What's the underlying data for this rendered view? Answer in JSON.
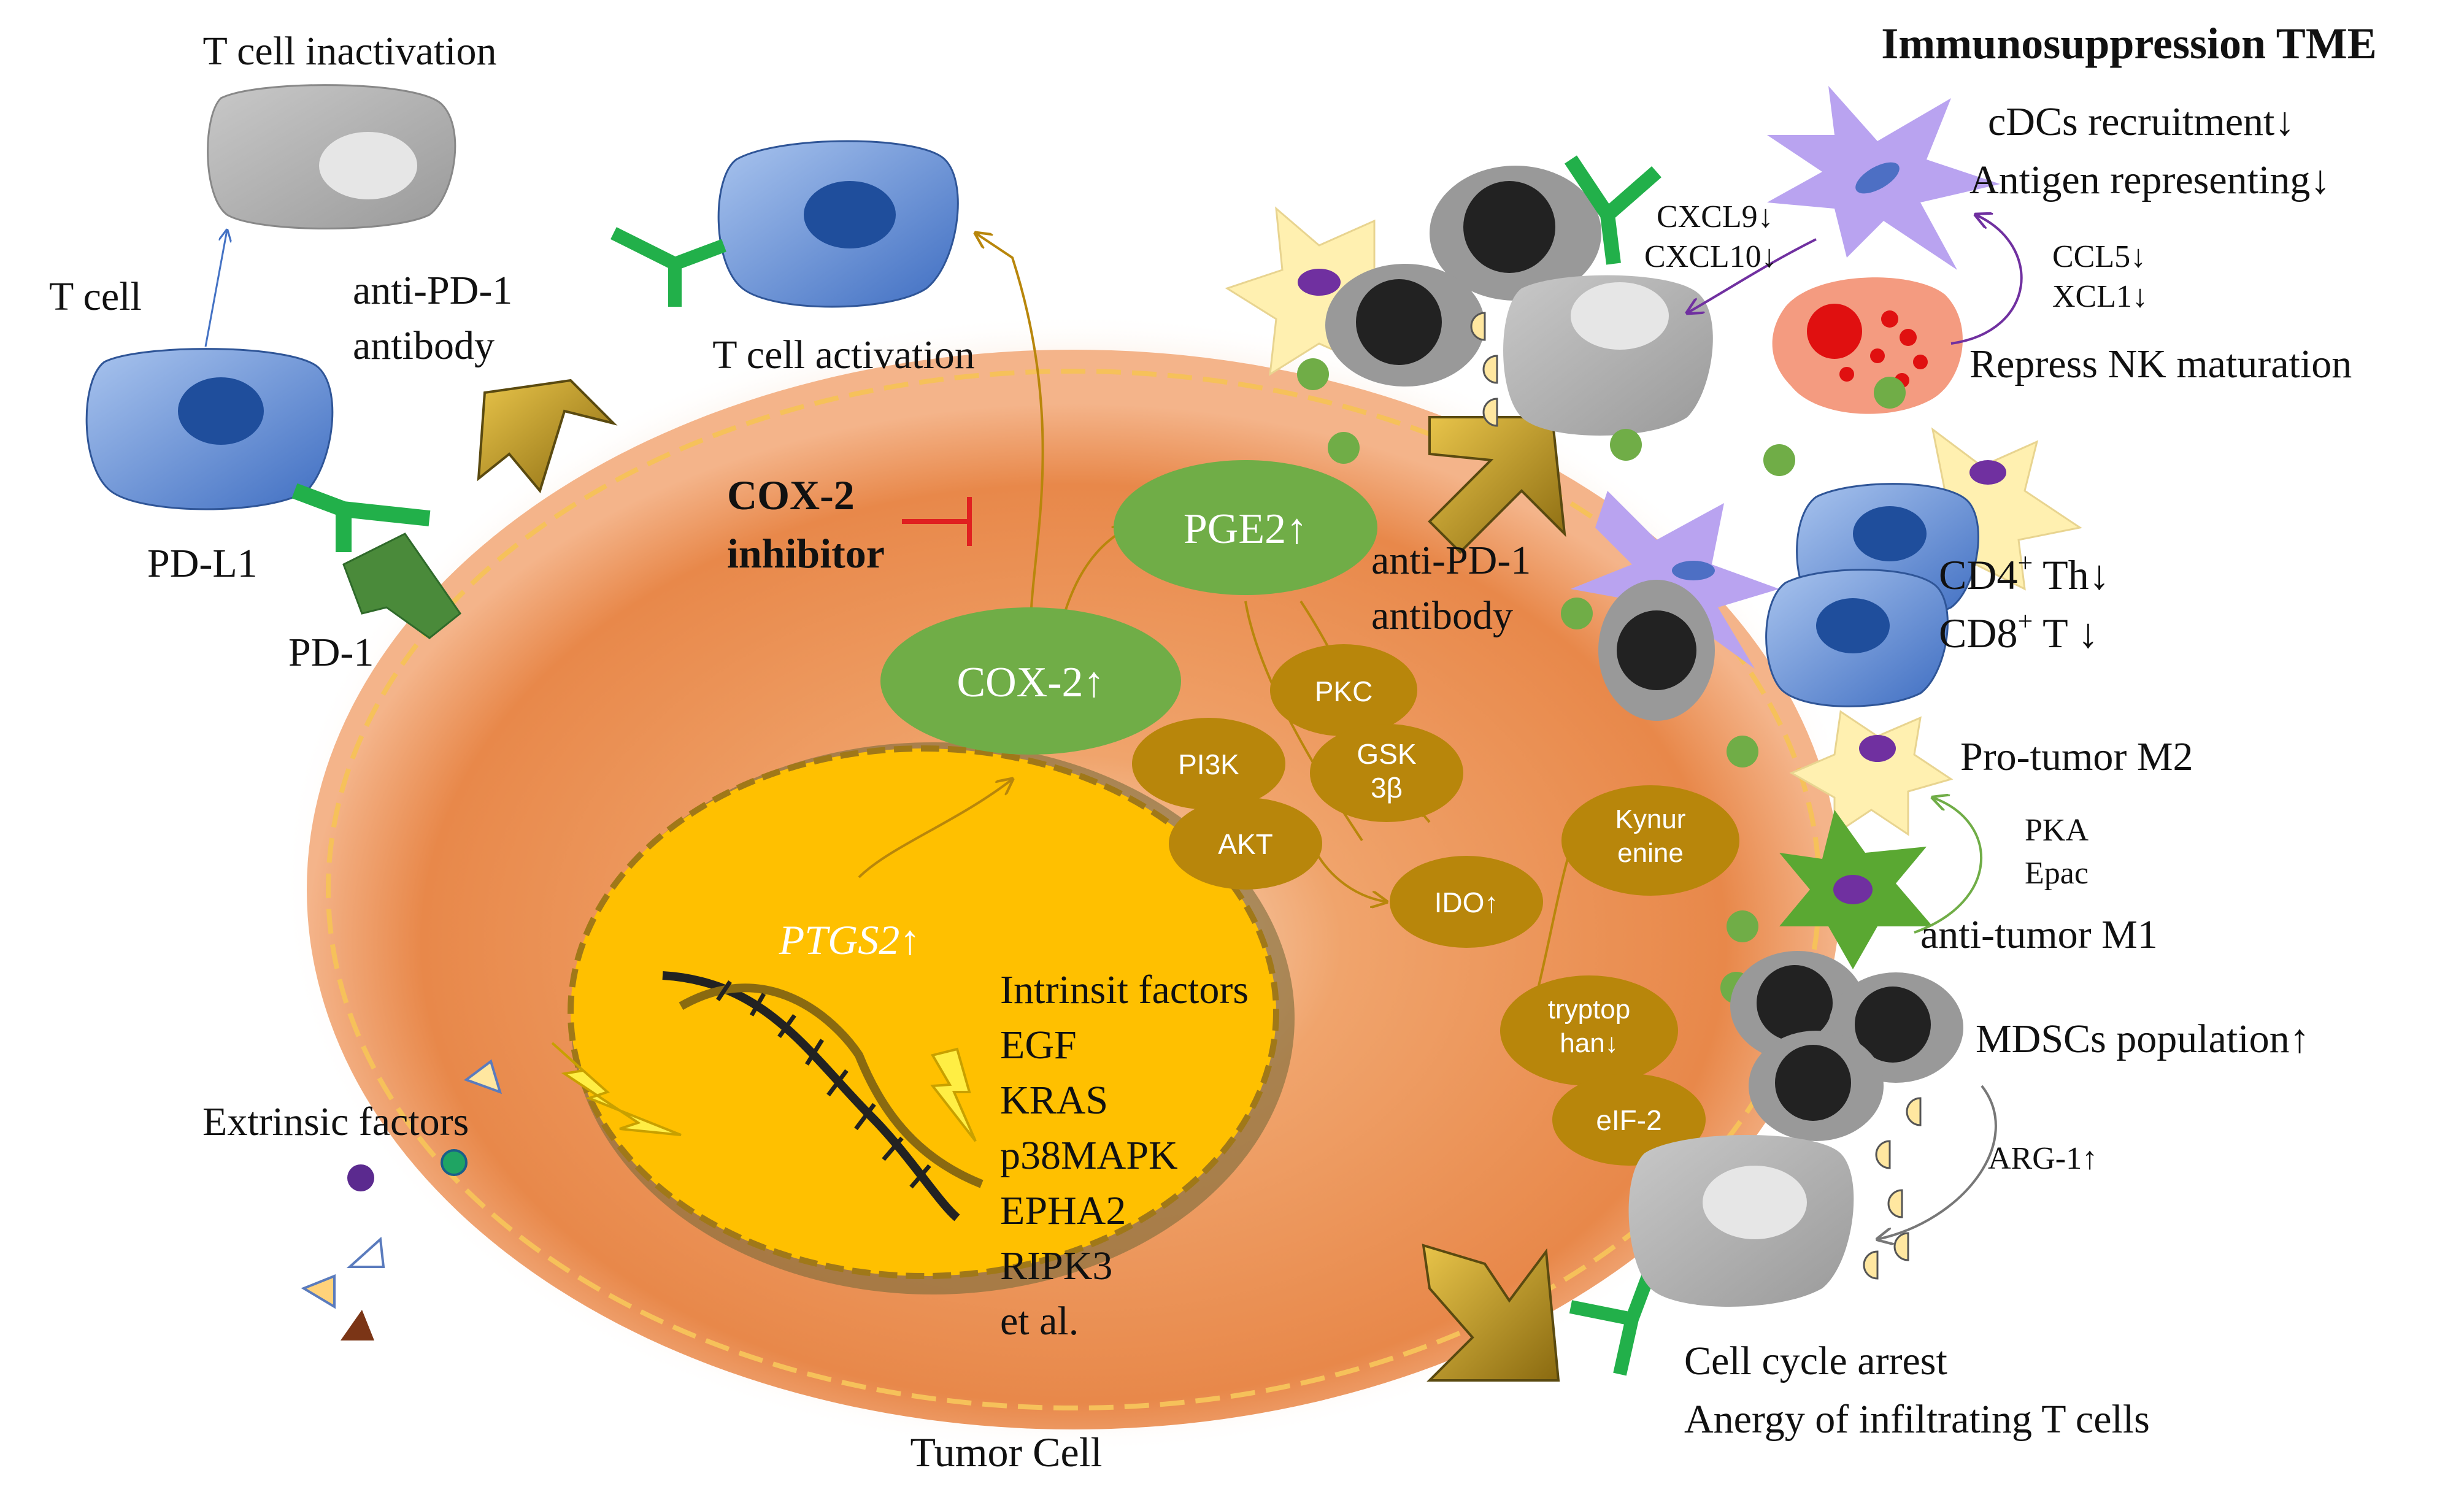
{
  "title": "Immunosuppression TME",
  "tumor_cell_label": "Tumor Cell",
  "left_panel": {
    "t_cell_inactivation": "T cell inactivation",
    "t_cell": "T cell",
    "anti_pd1_line1": "anti-PD-1",
    "anti_pd1_line2": "antibody",
    "pd_l1": "PD-L1",
    "pd_1": "PD-1",
    "t_cell_activation": "T cell activation",
    "extrinsic_factors": "Extrinsic factors"
  },
  "inhibitor": {
    "line1": "COX-2",
    "line2": "inhibitor"
  },
  "nodes": {
    "pge2": "PGE2↑",
    "cox2": "COX-2↑",
    "pkc": "PKC",
    "gsk_line1": "GSK",
    "gsk_line2": "3β",
    "pi3k": "PI3K",
    "akt": "AKT",
    "ido": "IDO↑",
    "kynur_line1": "Kynur",
    "kynur_line2": "enine",
    "tryptop_line1": "tryptop",
    "tryptop_line2": "han↓",
    "eif2": "eIF-2"
  },
  "nucleus": {
    "gene": "PTGS2↑",
    "intrinsic": [
      "Intrinsit factors",
      "EGF",
      "KRAS",
      "p38MAPK",
      "EPHA2",
      "RIPK3",
      "et al."
    ]
  },
  "center_antibody": {
    "line1": "anti-PD-1",
    "line2": "antibody"
  },
  "right_panel": {
    "cxcl9": "CXCL9↓",
    "cxcl10": "CXCL10↓",
    "cdcs": "cDCs recruitment↓",
    "antigen": "Antigen representing↓",
    "ccl5": "CCL5↓",
    "xcl1": "XCL1↓",
    "nk": "Repress NK maturation",
    "cd4_main": "CD4",
    "cd4_sup": "+",
    "cd4_tail": " Th↓",
    "cd8_main": "CD8",
    "cd8_sup": "+",
    "cd8_tail": " T ↓",
    "m2": "Pro-tumor M2",
    "pka": "PKA",
    "epac": "Epac",
    "m1": "anti-tumor M1",
    "mdsc": "MDSCs population↑",
    "arg1": "ARG-1↑",
    "cycle1": "Cell cycle arrest",
    "cycle2": "Anergy of infiltrating T cells"
  },
  "colors": {
    "tumor": "#e9894d",
    "nucleus": "#ffc000",
    "green_node": "#70ad47",
    "olive_node": "#b8860b",
    "t_cell_blue": "#4472c4",
    "grey_cell": "#a6a6a6",
    "antibody_green": "#22b04a",
    "inhibitor_red": "#e02020"
  }
}
